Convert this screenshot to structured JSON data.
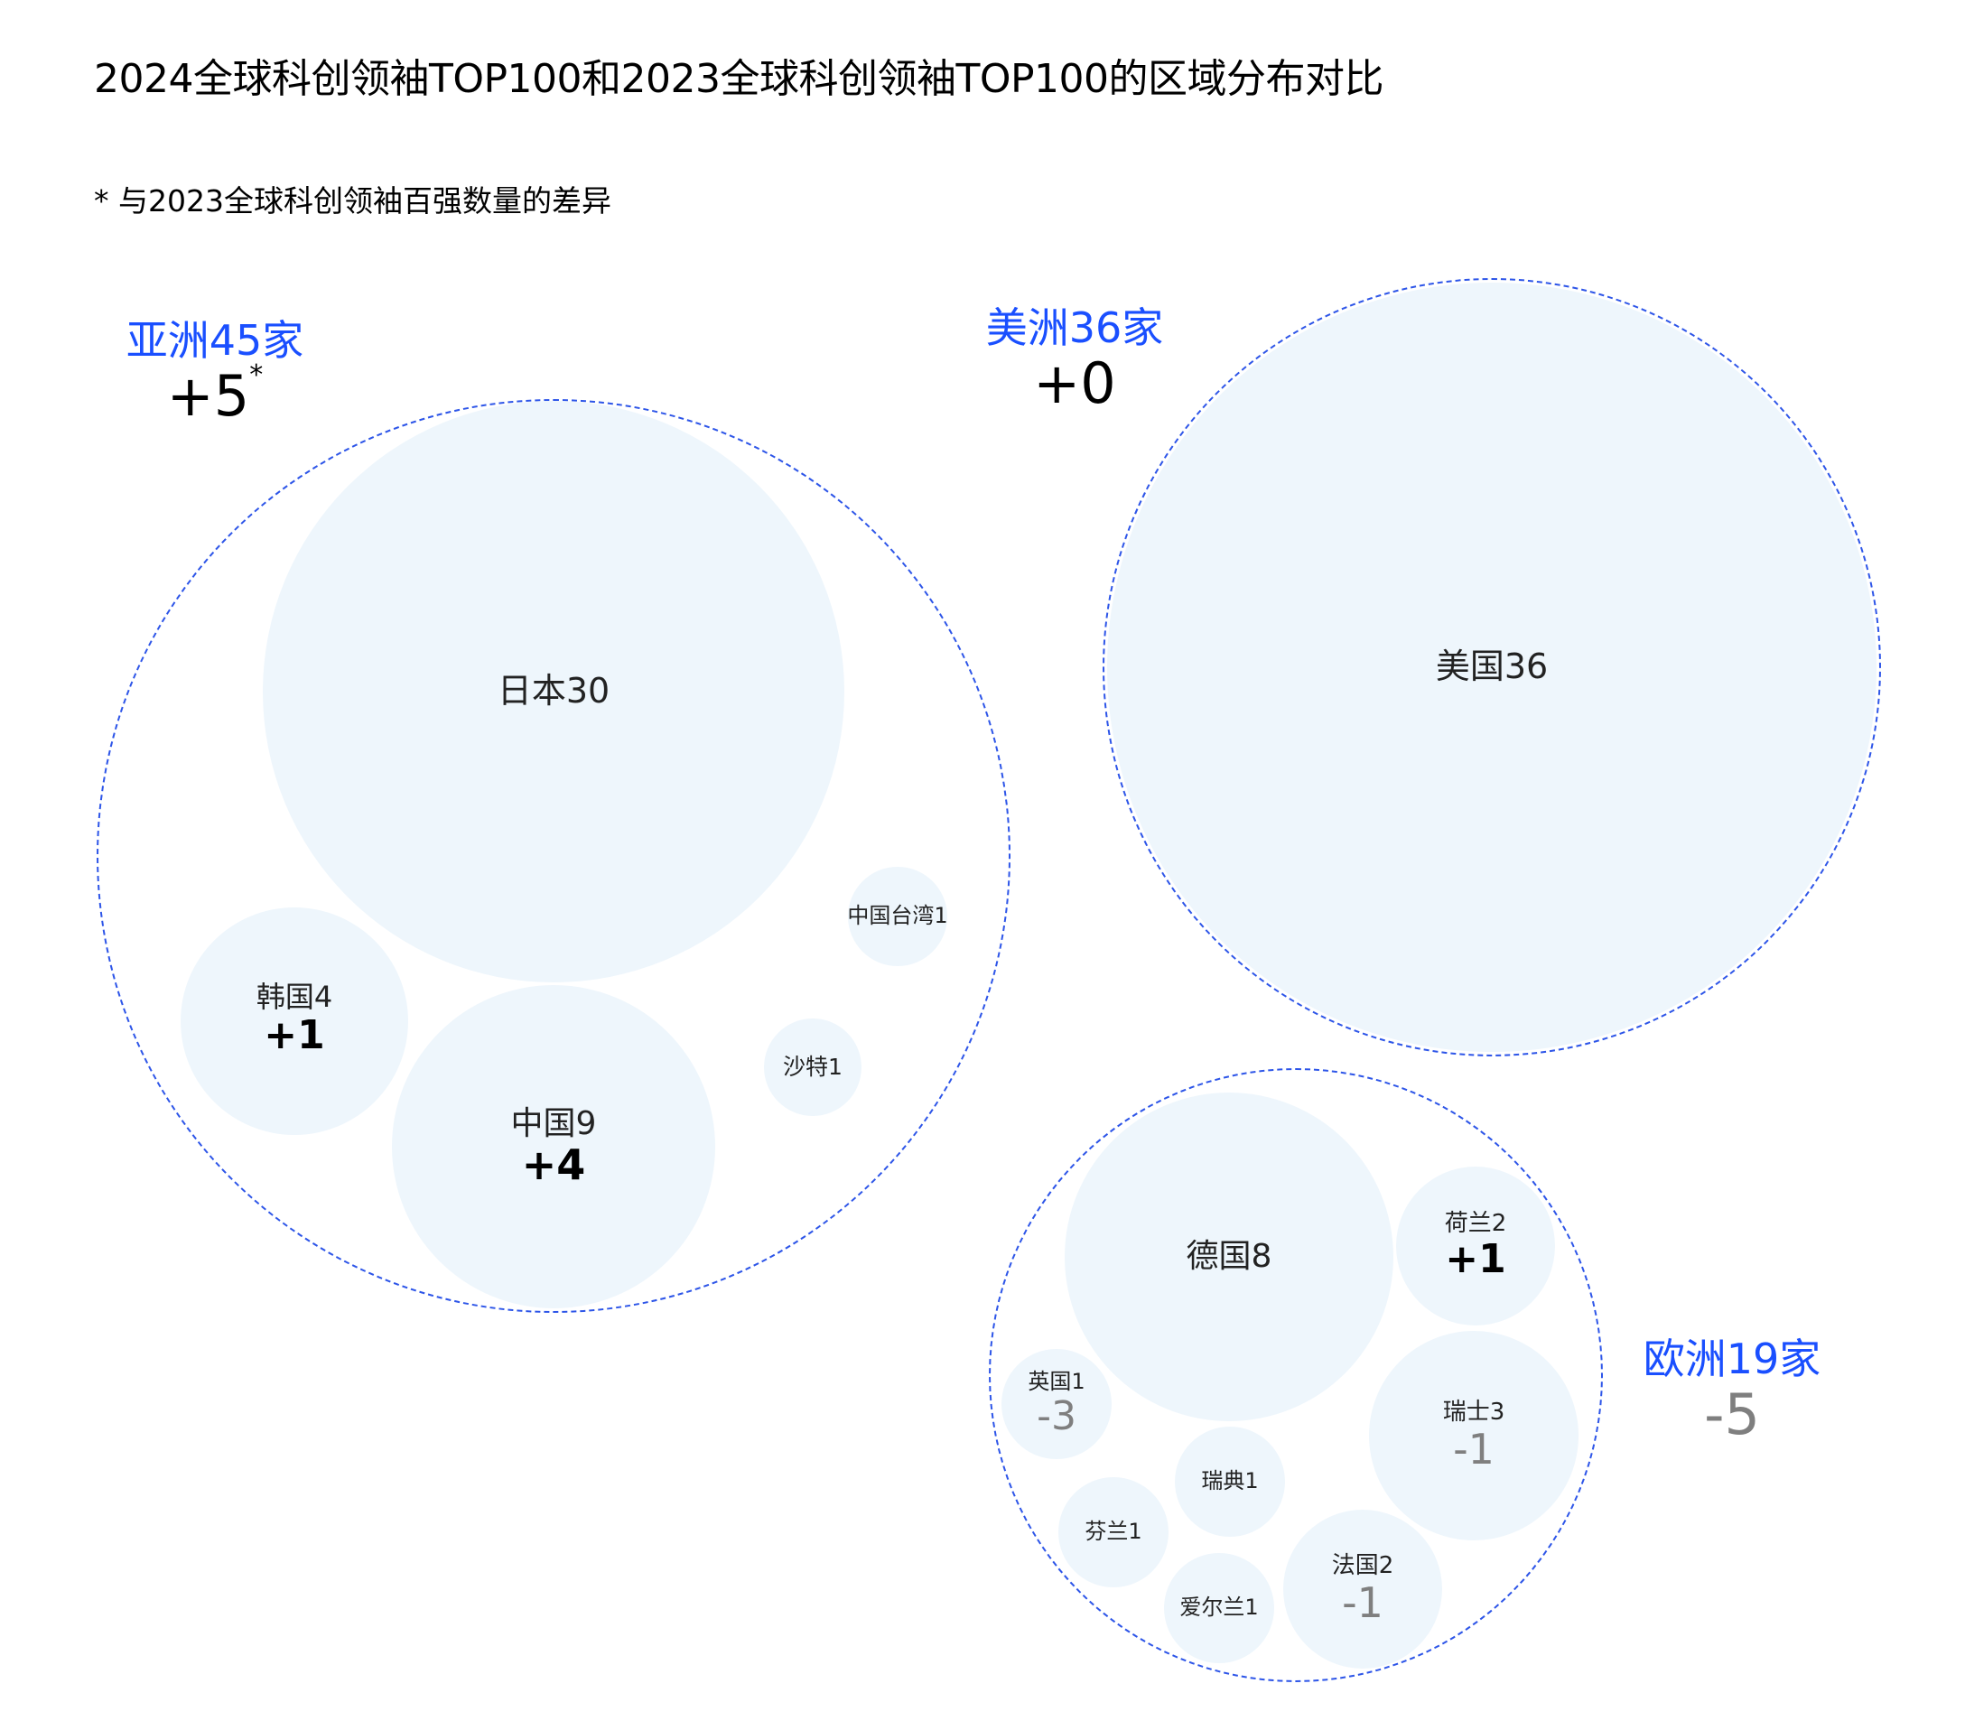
{
  "title": "2024全球科创领袖TOP100和2023全球科创领袖TOP100的区域分布对比",
  "subtitle": "* 与2023全球科创领袖百强数量的差异",
  "regions": {
    "asia": {
      "label": "亚洲45家",
      "delta": "+5",
      "footnote_mark": "*"
    },
    "americas": {
      "label": "美洲36家",
      "delta": "+0"
    },
    "europe": {
      "label": "欧洲19家",
      "delta": "-5"
    }
  },
  "bubbles": {
    "japan": {
      "name": "日本30",
      "delta": ""
    },
    "korea": {
      "name": "韩国4",
      "delta": "+1"
    },
    "china": {
      "name": "中国9",
      "delta": "+4"
    },
    "taiwan": {
      "name": "中国台湾1",
      "delta": ""
    },
    "saudi": {
      "name": "沙特1",
      "delta": ""
    },
    "usa": {
      "name": "美国36",
      "delta": ""
    },
    "germany": {
      "name": "德国8",
      "delta": ""
    },
    "netherlands": {
      "name": "荷兰2",
      "delta": "+1"
    },
    "switzerland": {
      "name": "瑞士3",
      "delta": "-1"
    },
    "uk": {
      "name": "英国1",
      "delta": "-3"
    },
    "sweden": {
      "name": "瑞典1",
      "delta": ""
    },
    "finland": {
      "name": "芬兰1",
      "delta": ""
    },
    "ireland": {
      "name": "爱尔兰1",
      "delta": ""
    },
    "france": {
      "name": "法国2",
      "delta": "-1"
    }
  },
  "colors": {
    "region_label": "#1a4fff",
    "bubble_fill": "#eef6fc",
    "outer_border": "#2d55e8",
    "positive_delta": "#000000",
    "negative_delta": "#7f7f7f"
  },
  "chart_data": {
    "type": "bubble",
    "title": "2024全球科创领袖TOP100和2023全球科创领袖TOP100的区域分布对比",
    "note": "* 与2023全球科创领袖百强数量的差异",
    "groups": [
      {
        "region": "亚洲",
        "total": 45,
        "change": 5,
        "members": [
          {
            "name": "日本",
            "value": 30,
            "change": null
          },
          {
            "name": "中国",
            "value": 9,
            "change": 4
          },
          {
            "name": "韩国",
            "value": 4,
            "change": 1
          },
          {
            "name": "中国台湾",
            "value": 1,
            "change": null
          },
          {
            "name": "沙特",
            "value": 1,
            "change": null
          }
        ]
      },
      {
        "region": "美洲",
        "total": 36,
        "change": 0,
        "members": [
          {
            "name": "美国",
            "value": 36,
            "change": null
          }
        ]
      },
      {
        "region": "欧洲",
        "total": 19,
        "change": -5,
        "members": [
          {
            "name": "德国",
            "value": 8,
            "change": null
          },
          {
            "name": "瑞士",
            "value": 3,
            "change": -1
          },
          {
            "name": "荷兰",
            "value": 2,
            "change": 1
          },
          {
            "name": "法国",
            "value": 2,
            "change": -1
          },
          {
            "name": "英国",
            "value": 1,
            "change": -3
          },
          {
            "name": "瑞典",
            "value": 1,
            "change": null
          },
          {
            "name": "芬兰",
            "value": 1,
            "change": null
          },
          {
            "name": "爱尔兰",
            "value": 1,
            "change": null
          }
        ]
      }
    ]
  }
}
